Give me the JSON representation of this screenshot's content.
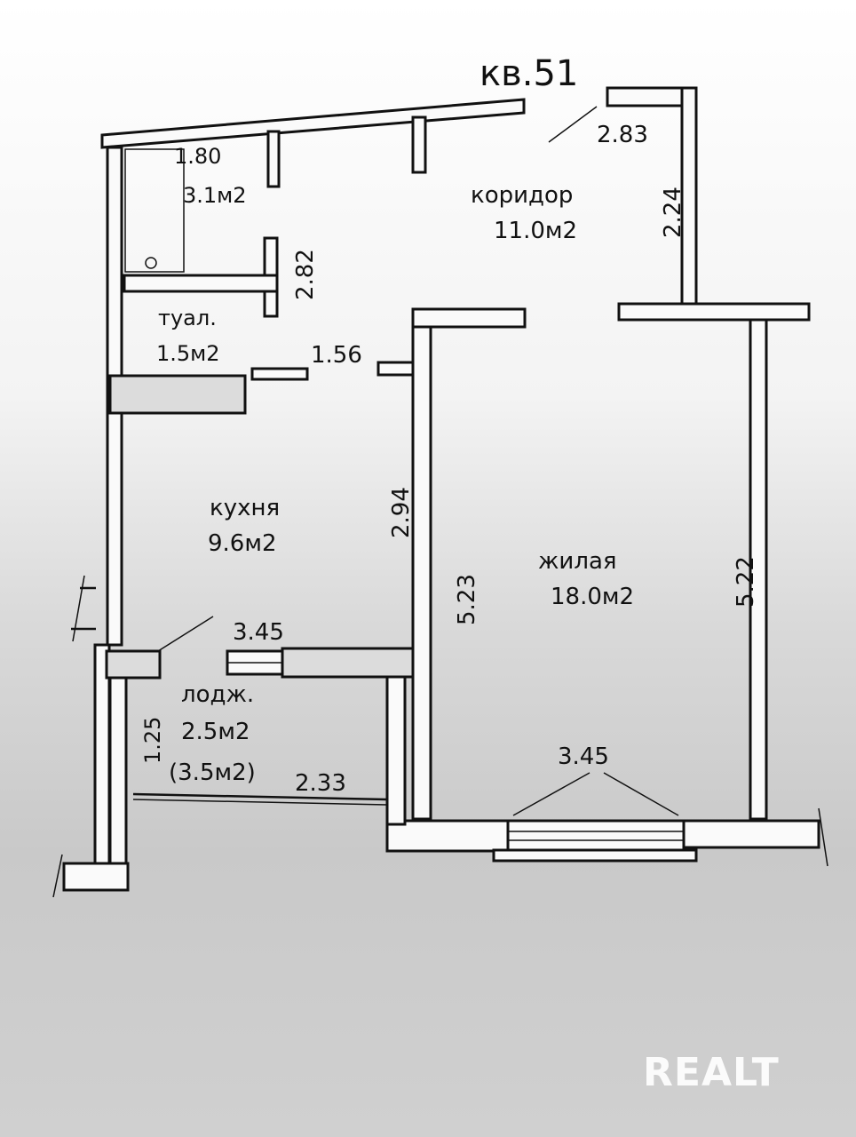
{
  "apartment": {
    "title": "кв.51"
  },
  "rooms": {
    "bathroom": {
      "dim": "1.80",
      "area": "3.1м2"
    },
    "toilet": {
      "name": "туал.",
      "area": "1.5м2"
    },
    "corridor": {
      "name": "коридор",
      "area": "11.0м2"
    },
    "kitchen": {
      "name": "кухня",
      "area": "9.6м2"
    },
    "living": {
      "name": "жилая",
      "area": "18.0м2"
    },
    "loggia": {
      "name": "лодж.",
      "area": "2.5м2",
      "area_full": "(3.5м2)"
    }
  },
  "dimensions": {
    "d283": "2.83",
    "d224": "2.24",
    "d282": "2.82",
    "d156": "1.56",
    "d294": "2.94",
    "d523": "5.23",
    "d522": "5.22",
    "d345_kitchen": "3.45",
    "d345_living": "3.45",
    "d125": "1.25",
    "d233": "2.33"
  },
  "watermark": {
    "text": "REALT"
  }
}
